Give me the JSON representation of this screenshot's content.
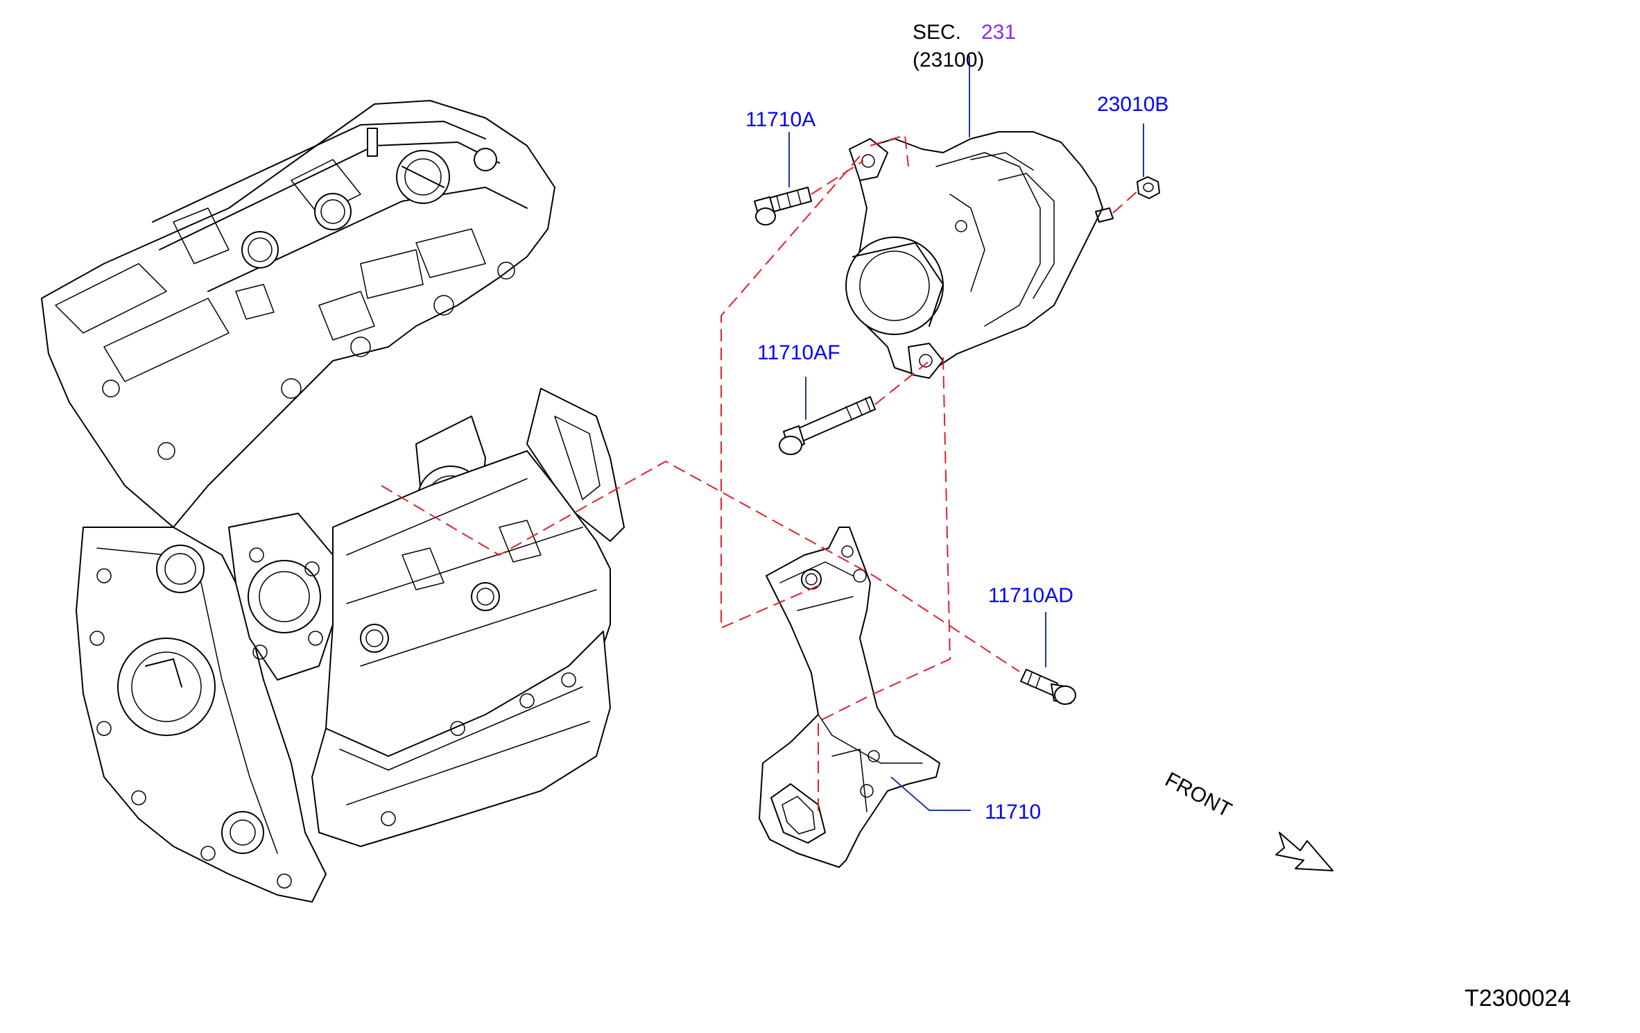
{
  "section": {
    "prefix": "SEC.",
    "number": "231",
    "subcode": "(23100)"
  },
  "callouts": {
    "bolt_upper": "11710A",
    "bolt_long": "11710AF",
    "bolt_bracket": "11710AD",
    "nut": "23010B",
    "bracket": "11710"
  },
  "direction": {
    "label": "FRONT"
  },
  "figure_id": "T2300024",
  "colors": {
    "part_number": "#0000ff",
    "section_link": "#8a2be2",
    "assembly_line": "#e0202a",
    "leader": "#1a3c9c"
  }
}
